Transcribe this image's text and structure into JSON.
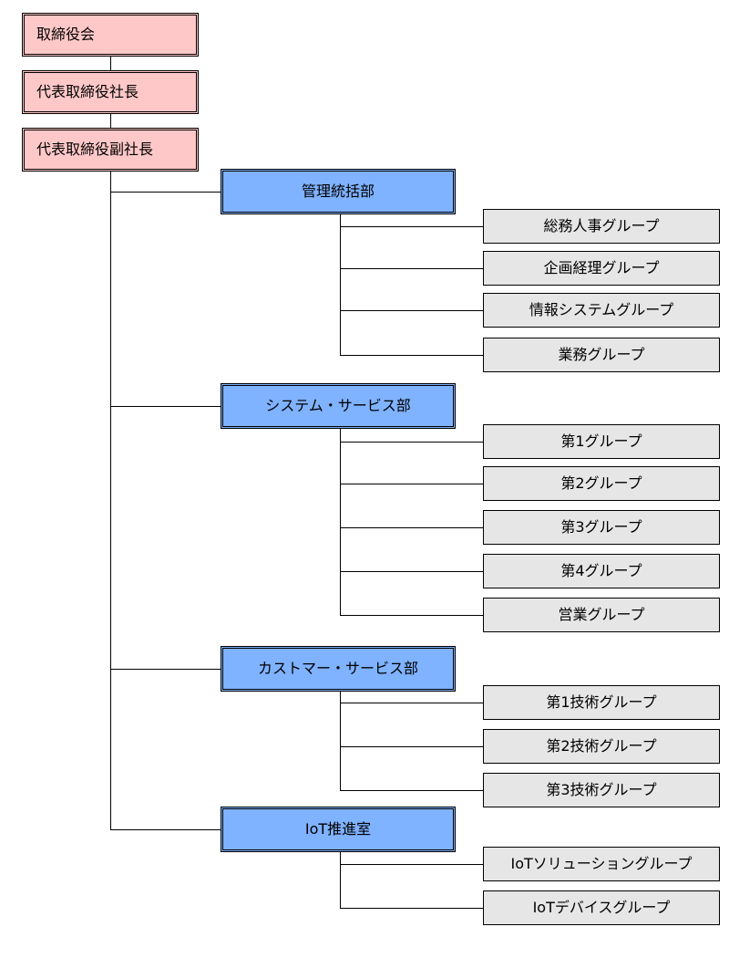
{
  "colors": {
    "executive": "#ffc8c8",
    "department": "#7fb2ff",
    "group": "#e6e6e6",
    "line": "#000000"
  },
  "executives": [
    {
      "label": "取締役会"
    },
    {
      "label": "代表取締役社長"
    },
    {
      "label": "代表取締役副社長"
    }
  ],
  "departments": [
    {
      "label": "管理統括部",
      "groups": [
        {
          "label": "総務人事グループ"
        },
        {
          "label": "企画経理グループ"
        },
        {
          "label": "情報システムグループ"
        },
        {
          "label": "業務グループ"
        }
      ]
    },
    {
      "label": "システム・サービス部",
      "groups": [
        {
          "label": "第1グループ"
        },
        {
          "label": "第2グループ"
        },
        {
          "label": "第3グループ"
        },
        {
          "label": "第4グループ"
        },
        {
          "label": "営業グループ"
        }
      ]
    },
    {
      "label": "カストマー・サービス部",
      "groups": [
        {
          "label": "第1技術グループ"
        },
        {
          "label": "第2技術グループ"
        },
        {
          "label": "第3技術グループ"
        }
      ]
    },
    {
      "label": "IoT推進室",
      "groups": [
        {
          "label": "IoTソリューショングループ"
        },
        {
          "label": "IoTデバイスグループ"
        }
      ]
    }
  ]
}
